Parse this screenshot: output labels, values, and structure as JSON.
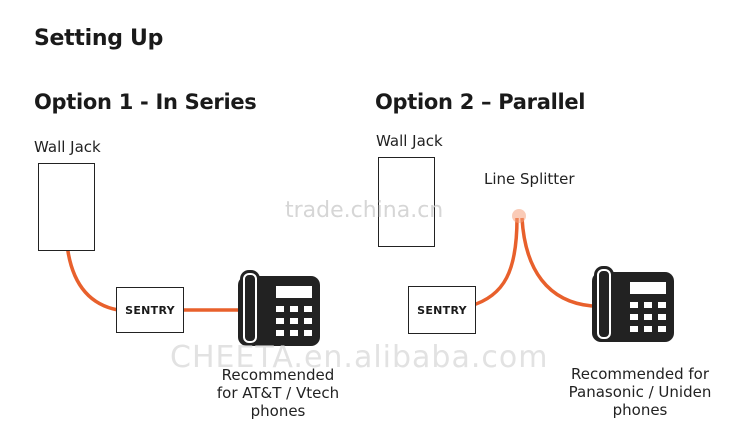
{
  "title": "Setting Up",
  "option1": {
    "heading": "Option 1 - In Series",
    "wall_jack_label": "Wall Jack",
    "sentry_label": "SENTRY",
    "recommendation": [
      "Recommended",
      "for AT&T / Vtech",
      "phones"
    ]
  },
  "option2": {
    "heading": "Option 2 – Parallel",
    "wall_jack_label": "Wall Jack",
    "splitter_label": "Line Splitter",
    "sentry_label": "SENTRY",
    "recommendation": [
      "Recommended for",
      "Panasonic /  Uniden",
      "phones"
    ]
  },
  "watermarks": [
    "trade.china.cn",
    "CHEETA.en.alibaba.com"
  ],
  "colors": {
    "wire": "#e8602c",
    "text": "#1a1a1a",
    "phone": "#222222"
  },
  "icons": [
    "phone-icon",
    "phone-icon"
  ]
}
